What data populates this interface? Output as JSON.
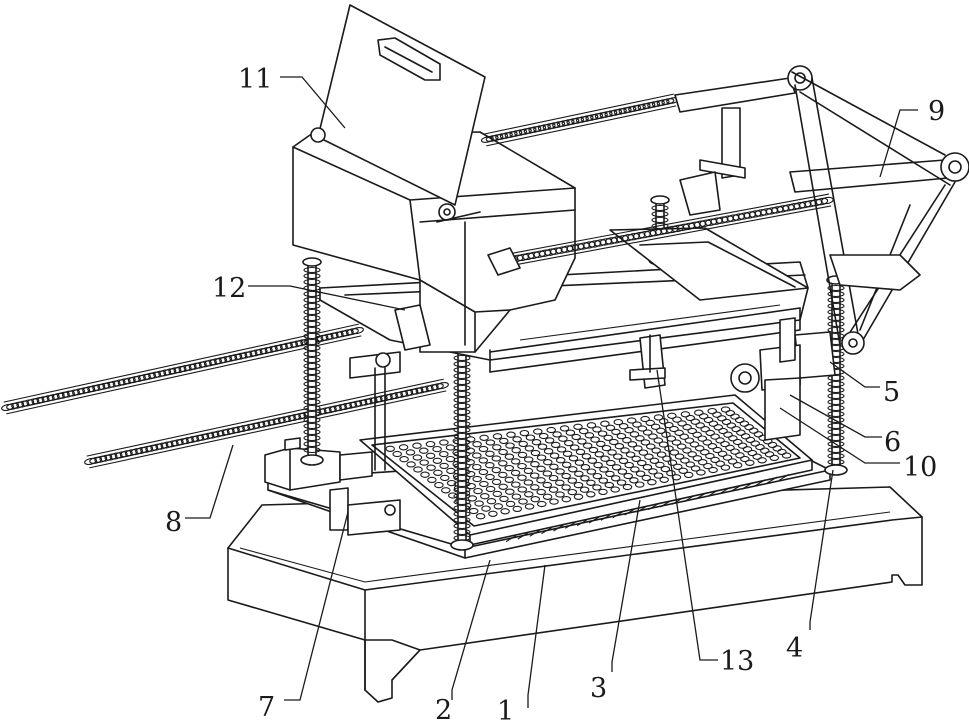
{
  "labels": [
    {
      "id": "1",
      "text": "1"
    },
    {
      "id": "2",
      "text": "2"
    },
    {
      "id": "3",
      "text": "3"
    },
    {
      "id": "4",
      "text": "4"
    },
    {
      "id": "5",
      "text": "5"
    },
    {
      "id": "6",
      "text": "6"
    },
    {
      "id": "7",
      "text": "7"
    },
    {
      "id": "8",
      "text": "8"
    },
    {
      "id": "9",
      "text": "9"
    },
    {
      "id": "10",
      "text": "10"
    },
    {
      "id": "11",
      "text": "11"
    },
    {
      "id": "12",
      "text": "12"
    },
    {
      "id": "13",
      "text": "13"
    }
  ],
  "colors": {
    "line": "#1a1a1a",
    "background": "#ffffff"
  }
}
